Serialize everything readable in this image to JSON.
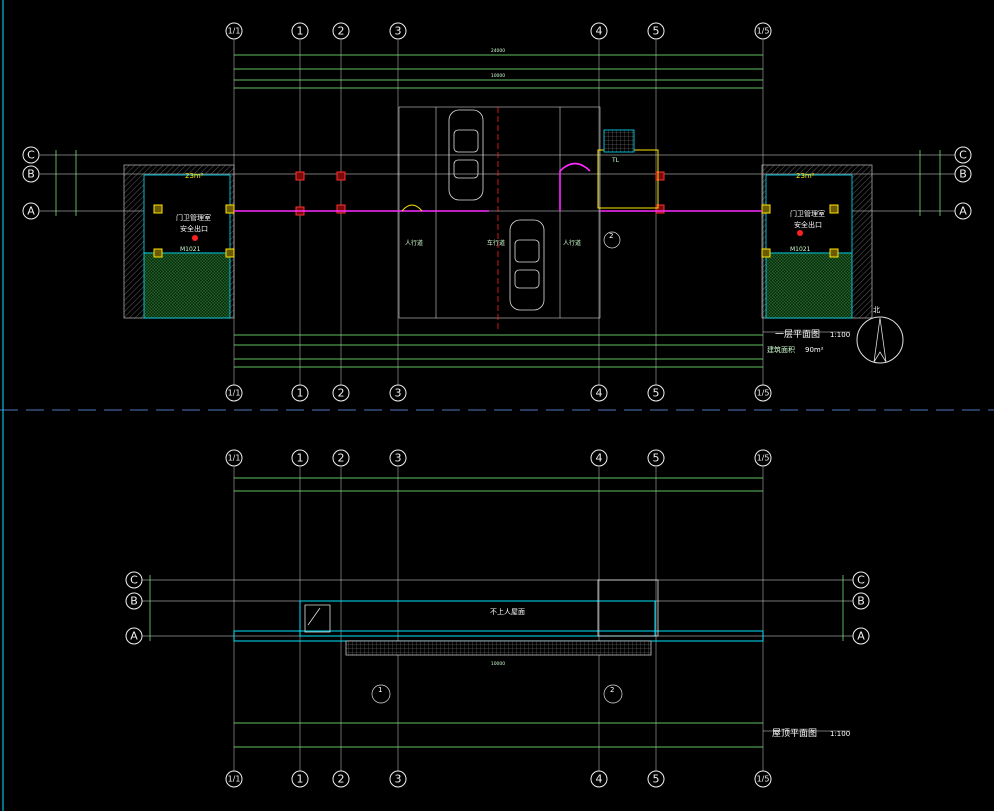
{
  "drawing": {
    "axes_top": [
      "1/1",
      "1",
      "2",
      "3",
      "4",
      "5",
      "1/5"
    ],
    "axes_side_left": [
      "C",
      "B",
      "A"
    ],
    "axes_side_right": [
      "C",
      "B",
      "A"
    ],
    "plan1_title": "一层平面图",
    "plan1_scale": "1:100",
    "plan1_area_label": "建筑面积",
    "plan1_area_value": "90m²",
    "plan2_title": "屋顶平面图",
    "plan2_scale": "1:100",
    "north_label": "北",
    "top_total_dim": "24000",
    "top_middle_dim": "10000",
    "left_room_label": "门卫管理室",
    "right_room_label": "门卫管理室",
    "left_area": "23m²",
    "right_area": "23m²",
    "left_sign": "安全出口",
    "right_sign": "安全出口",
    "left_door": "M1021",
    "right_door": "M1021",
    "mid_label_1": "人行道",
    "mid_label_2": "车行道",
    "mid_label_3": "人行道",
    "roof_label": "不上人屋面",
    "roof_dim": "10000",
    "stair_tag": "TL",
    "detail_mark_1": "1",
    "detail_mark_2": "2"
  }
}
